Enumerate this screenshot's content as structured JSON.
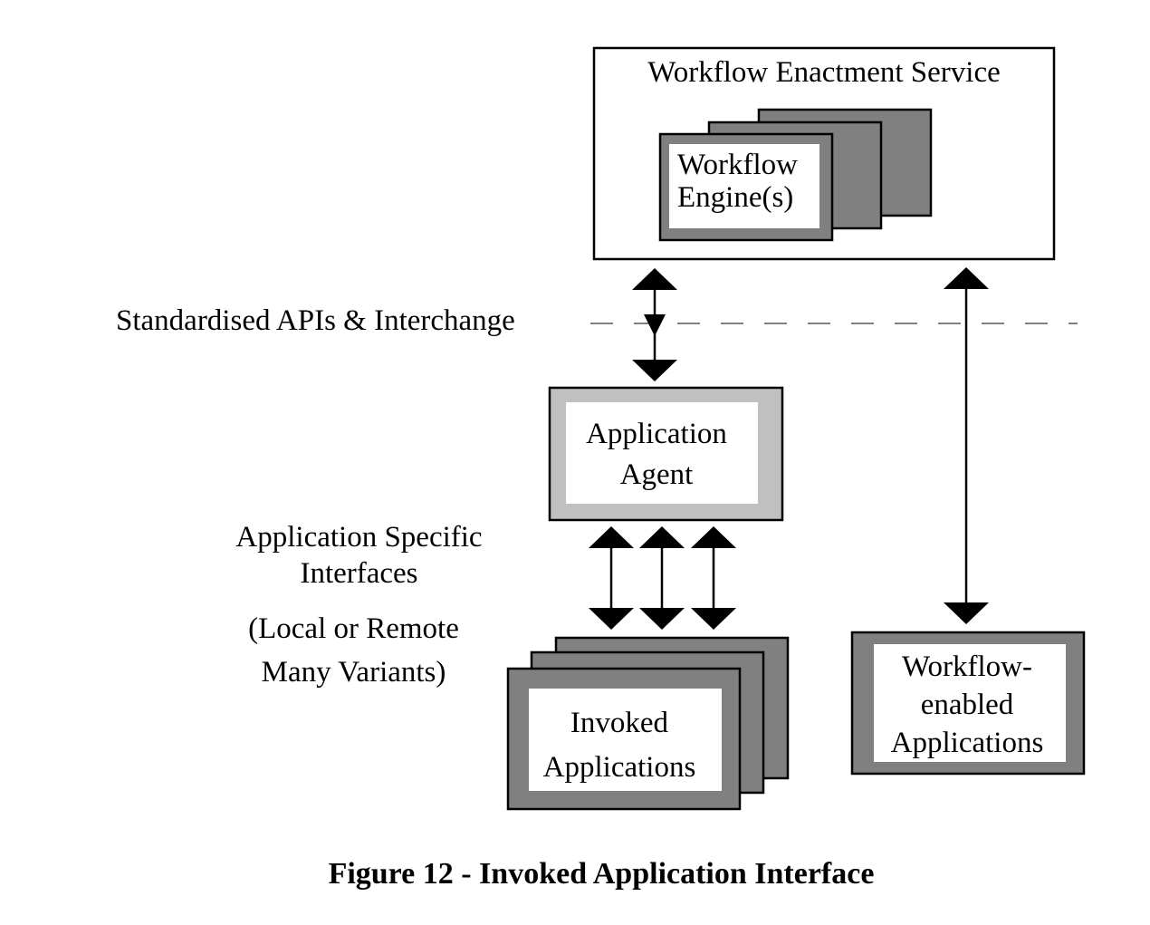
{
  "diagram": {
    "enactment_service": {
      "title": "Workflow Enactment Service"
    },
    "workflow_engines": {
      "line1": "Workflow",
      "line2": "Engine(s)"
    },
    "standardised_apis": {
      "label": "Standardised APIs & Interchange"
    },
    "application_agent": {
      "line1": "Application",
      "line2": "Agent"
    },
    "app_specific_interfaces": {
      "line1": "Application Specific",
      "line2": "Interfaces",
      "line3": "(Local or Remote",
      "line4": "Many Variants)"
    },
    "invoked_applications": {
      "line1": "Invoked",
      "line2": "Applications"
    },
    "workflow_enabled_applications": {
      "line1": "Workflow-",
      "line2": "enabled",
      "line3": "Applications"
    }
  },
  "caption": {
    "text": "Figure 12 - Invoked Application Interface"
  },
  "colors": {
    "dark_fill": "#808080",
    "light_fill": "#c0c0c0",
    "line": "#000000",
    "background": "#ffffff"
  }
}
